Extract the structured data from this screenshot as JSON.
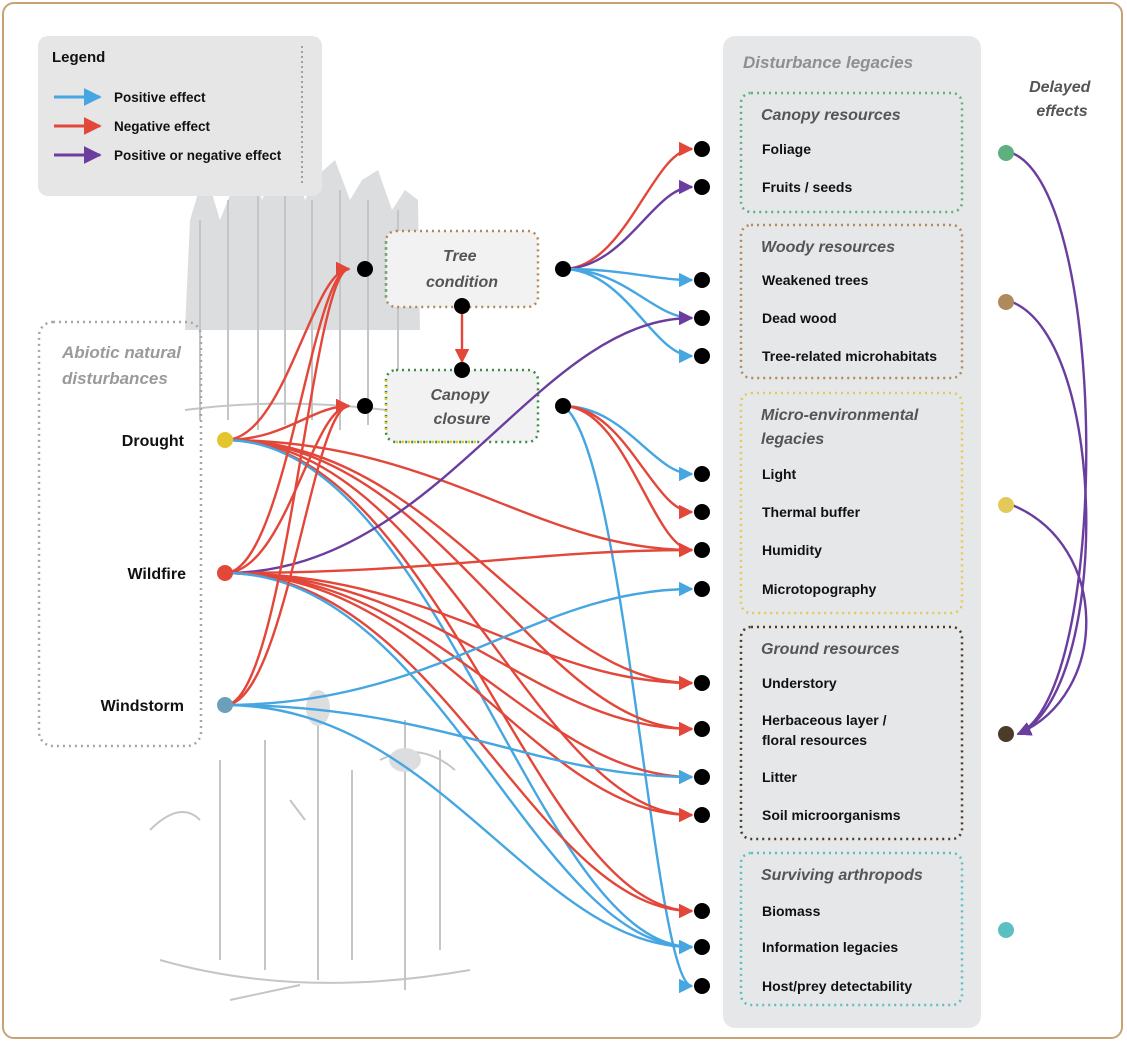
{
  "legend": {
    "title": "Legend",
    "items": [
      {
        "label": "Positive effect",
        "color": "#45a6e2"
      },
      {
        "label": "Negative effect",
        "color": "#e2473a"
      },
      {
        "label": "Positive or negative effect",
        "color": "#6a3d9e"
      }
    ]
  },
  "disturbances": {
    "title": [
      "Abiotic natural",
      "disturbances"
    ],
    "items": [
      {
        "label": "Drought",
        "color": "#e3c62e"
      },
      {
        "label": "Wildfire",
        "color": "#e2473a"
      },
      {
        "label": "Windstorm",
        "color": "#6b9fba"
      }
    ]
  },
  "intermediates": {
    "tree_condition": [
      "Tree",
      "condition"
    ],
    "canopy_closure": [
      "Canopy",
      "closure"
    ]
  },
  "legacies": {
    "title": "Disturbance legacies",
    "groups": [
      {
        "title": [
          "Canopy resources"
        ],
        "color": "#5fb07f",
        "items": [
          [
            "Foliage"
          ],
          [
            "Fruits / seeds"
          ]
        ]
      },
      {
        "title": [
          "Woody resources"
        ],
        "color": "#b08a5c",
        "items": [
          [
            "Weakened trees"
          ],
          [
            "Dead wood"
          ],
          [
            "Tree-related microhabitats"
          ]
        ]
      },
      {
        "title": [
          "Micro-environmental",
          "legacies"
        ],
        "color": "#e3c95a",
        "items": [
          [
            "Light"
          ],
          [
            "Thermal buffer"
          ],
          [
            "Humidity"
          ],
          [
            "Microtopography"
          ]
        ]
      },
      {
        "title": [
          "Ground resources"
        ],
        "color": "#4c3a2a",
        "items": [
          [
            "Understory"
          ],
          [
            "Herbaceous layer /",
            "floral resources"
          ],
          [
            "Litter"
          ],
          [
            "Soil microorganisms"
          ]
        ]
      },
      {
        "title": [
          "Surviving arthropods"
        ],
        "color": "#5cc0c3",
        "items": [
          [
            "Biomass"
          ],
          [
            "Information legacies"
          ],
          [
            "Host/prey detectability"
          ]
        ]
      }
    ]
  },
  "delayed_effects": {
    "title": [
      "Delayed",
      "effects"
    ],
    "nodes": [
      {
        "color": "#5fb07f"
      },
      {
        "color": "#b08a5c"
      },
      {
        "color": "#e3c95a"
      },
      {
        "color": "#4c3a2a"
      },
      {
        "color": "#5cc0c3"
      }
    ]
  }
}
